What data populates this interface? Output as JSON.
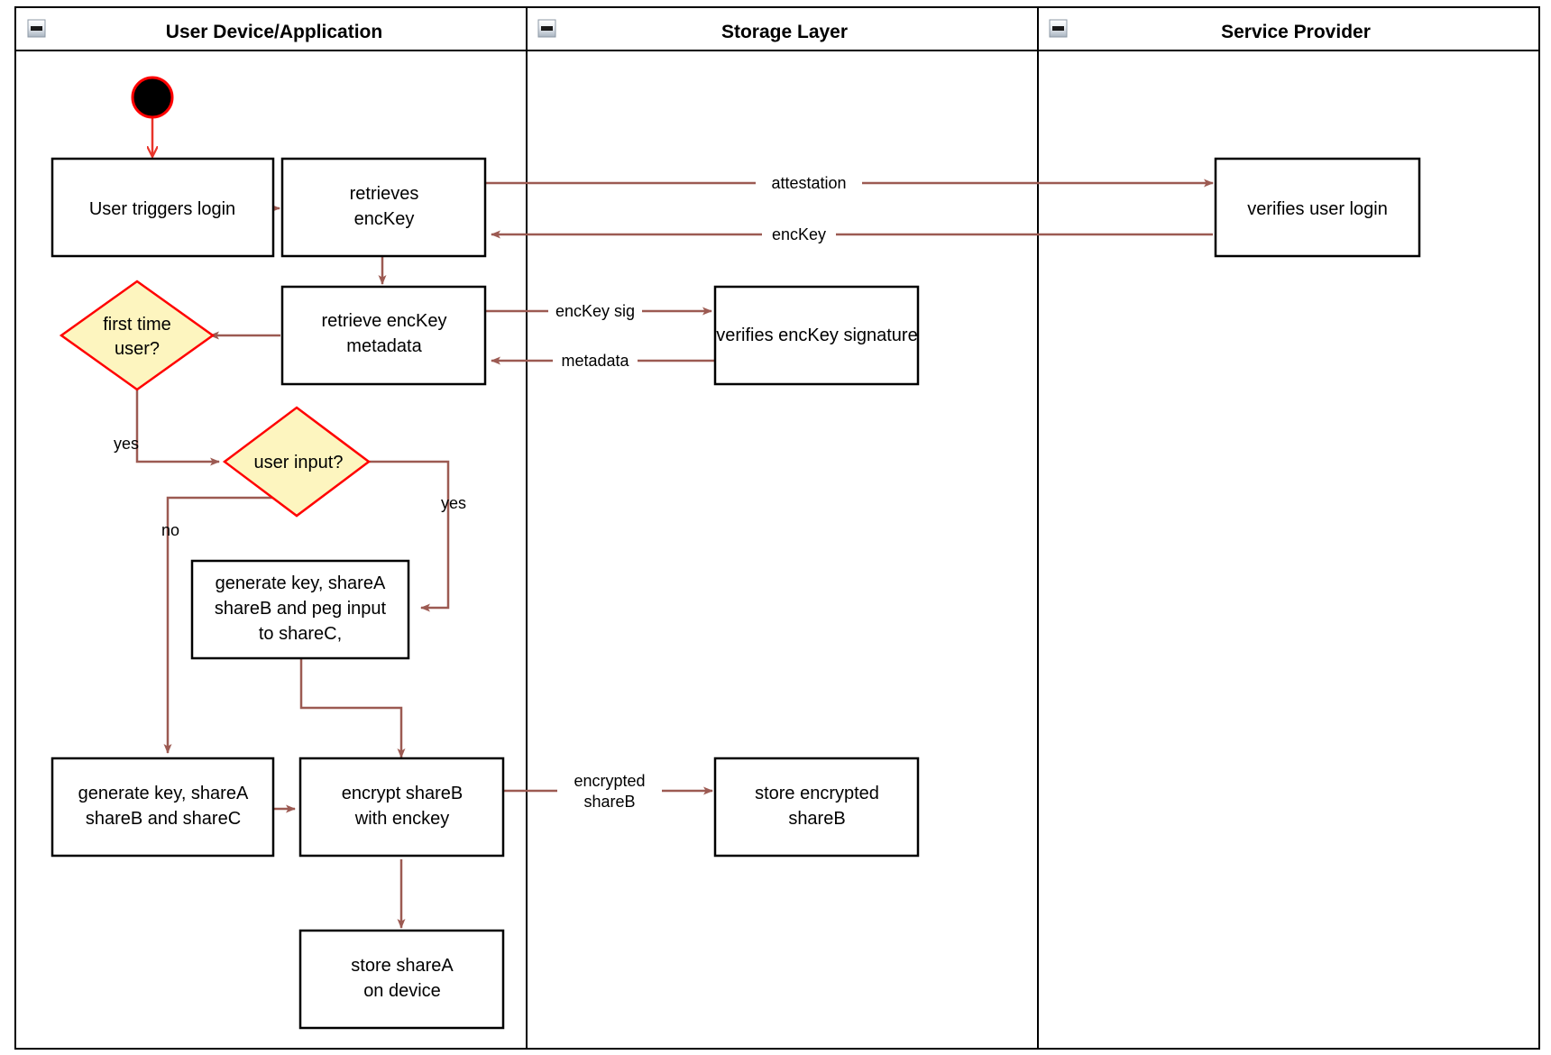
{
  "diagram": {
    "type": "uml-activity-swimlane",
    "title": "Login and key share provisioning flow",
    "colors": {
      "flow_arrow": "#9c5a52",
      "start_node_border": "#ff0000",
      "start_node_fill": "#000000",
      "decision_fill": "#fdf5bf",
      "decision_border": "#ff0000",
      "node_border": "#000000",
      "node_fill": "#ffffff",
      "frame_border": "#000000"
    }
  },
  "lanes": [
    {
      "id": "lane-user-device",
      "label": "User Device/Application",
      "collapse_icon": "collapse-minus-icon"
    },
    {
      "id": "lane-storage",
      "label": "Storage Layer",
      "collapse_icon": "collapse-minus-icon"
    },
    {
      "id": "lane-service-provider",
      "label": "Service Provider",
      "collapse_icon": "collapse-minus-icon"
    }
  ],
  "nodes": [
    {
      "id": "start",
      "kind": "initial-node",
      "lane": "lane-user-device",
      "label": ""
    },
    {
      "id": "user-triggers-login",
      "kind": "action",
      "lane": "lane-user-device",
      "lines": [
        "User triggers login"
      ]
    },
    {
      "id": "retrieves-enckey",
      "kind": "action",
      "lane": "lane-user-device",
      "lines": [
        "retrieves",
        "encKey"
      ]
    },
    {
      "id": "verifies-user-login",
      "kind": "action",
      "lane": "lane-service-provider",
      "lines": [
        "verifies user login"
      ]
    },
    {
      "id": "retrieve-enckey-metadata",
      "kind": "action",
      "lane": "lane-user-device",
      "lines": [
        "retrieve encKey",
        "metadata"
      ]
    },
    {
      "id": "verifies-enckey-signature",
      "kind": "action",
      "lane": "lane-storage",
      "lines": [
        "verifies encKey signature"
      ]
    },
    {
      "id": "first-time-user",
      "kind": "decision",
      "lane": "lane-user-device",
      "lines": [
        "first time",
        "user?"
      ]
    },
    {
      "id": "user-input",
      "kind": "decision",
      "lane": "lane-user-device",
      "lines": [
        "user input?"
      ]
    },
    {
      "id": "generate-key-peg-input",
      "kind": "action",
      "lane": "lane-user-device",
      "lines": [
        "generate key, shareA",
        "shareB and peg input",
        "to shareC,"
      ]
    },
    {
      "id": "generate-key-sharec",
      "kind": "action",
      "lane": "lane-user-device",
      "lines": [
        "generate key, shareA",
        "shareB and shareC"
      ]
    },
    {
      "id": "encrypt-shareb",
      "kind": "action",
      "lane": "lane-user-device",
      "lines": [
        "encrypt shareB",
        "with enckey"
      ]
    },
    {
      "id": "store-encrypted-shareb",
      "kind": "action",
      "lane": "lane-storage",
      "lines": [
        "store encrypted",
        "shareB"
      ]
    },
    {
      "id": "store-sharea-on-device",
      "kind": "action",
      "lane": "lane-user-device",
      "lines": [
        "store shareA",
        "on device"
      ]
    }
  ],
  "edges": [
    {
      "id": "e-start-login",
      "from": "start",
      "to": "user-triggers-login",
      "label": ""
    },
    {
      "id": "e-login-retrieves",
      "from": "user-triggers-login",
      "to": "retrieves-enckey",
      "label": ""
    },
    {
      "id": "e-attestation",
      "from": "retrieves-enckey",
      "to": "verifies-user-login",
      "label": "attestation"
    },
    {
      "id": "e-enckey",
      "from": "verifies-user-login",
      "to": "retrieves-enckey",
      "label": "encKey"
    },
    {
      "id": "e-retrieves-metadata",
      "from": "retrieves-enckey",
      "to": "retrieve-enckey-metadata",
      "label": ""
    },
    {
      "id": "e-enckey-sig",
      "from": "retrieve-enckey-metadata",
      "to": "verifies-enckey-signature",
      "label": "encKey sig"
    },
    {
      "id": "e-metadata",
      "from": "verifies-enckey-signature",
      "to": "retrieve-enckey-metadata",
      "label": "metadata"
    },
    {
      "id": "e-metadata-firsttime",
      "from": "retrieve-enckey-metadata",
      "to": "first-time-user",
      "label": ""
    },
    {
      "id": "e-firsttime-yes",
      "from": "first-time-user",
      "to": "user-input",
      "label": "yes"
    },
    {
      "id": "e-userinput-yes",
      "from": "user-input",
      "to": "generate-key-peg-input",
      "label": "yes"
    },
    {
      "id": "e-userinput-no",
      "from": "user-input",
      "to": "generate-key-sharec",
      "label": "no"
    },
    {
      "id": "e-peg-encrypt",
      "from": "generate-key-peg-input",
      "to": "encrypt-shareb",
      "label": ""
    },
    {
      "id": "e-sharec-encrypt",
      "from": "generate-key-sharec",
      "to": "encrypt-shareb",
      "label": ""
    },
    {
      "id": "e-encrypted-shareb",
      "from": "encrypt-shareb",
      "to": "store-encrypted-shareb",
      "lines": [
        "encrypted",
        "shareB"
      ]
    },
    {
      "id": "e-encrypt-store-sharea",
      "from": "encrypt-shareb",
      "to": "store-sharea-on-device",
      "label": ""
    }
  ],
  "labels": {
    "lane1_title": "User Device/Application",
    "lane2_title": "Storage Layer",
    "lane3_title": "Service Provider",
    "n_user_triggers_login": "User triggers login",
    "n_retrieves_l1": "retrieves",
    "n_retrieves_l2": "encKey",
    "n_verifies_user_login": "verifies user login",
    "n_retrieve_meta_l1": "retrieve encKey",
    "n_retrieve_meta_l2": "metadata",
    "n_verifies_sig": "verifies encKey signature",
    "n_first_time_l1": "first time",
    "n_first_time_l2": "user?",
    "n_user_input": "user input?",
    "n_peg_l1": "generate key, shareA",
    "n_peg_l2": "shareB and peg input",
    "n_peg_l3": "to shareC,",
    "n_gen_l1": "generate key, shareA",
    "n_gen_l2": "shareB and shareC",
    "n_encrypt_l1": "encrypt shareB",
    "n_encrypt_l2": "with enckey",
    "n_store_enc_l1": "store encrypted",
    "n_store_enc_l2": "shareB",
    "n_store_sharea_l1": "store shareA",
    "n_store_sharea_l2": "on device",
    "e_attestation": "attestation",
    "e_enckey": "encKey",
    "e_enckey_sig": "encKey sig",
    "e_metadata": "metadata",
    "g_yes_1": "yes",
    "g_yes_2": "yes",
    "g_no": "no",
    "e_encrypted_l1": "encrypted",
    "e_encrypted_l2": "shareB"
  }
}
